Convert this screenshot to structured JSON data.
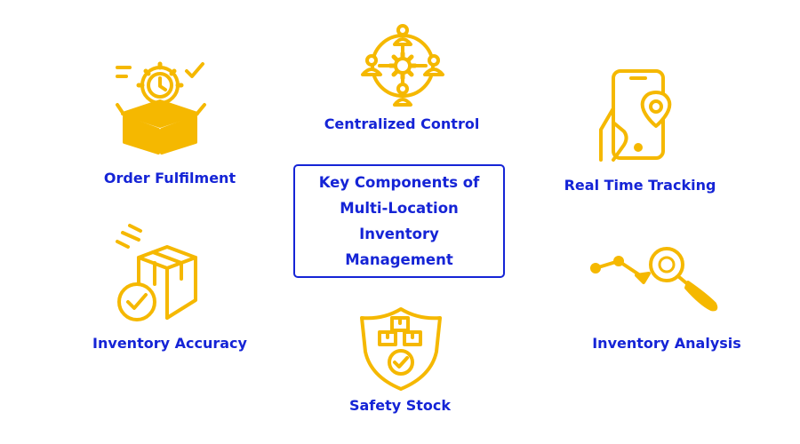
{
  "center": {
    "lines": [
      "Key Components of",
      "Multi-Location",
      "Inventory",
      "Management"
    ]
  },
  "components": {
    "centralized_control": "Centralized Control",
    "order_fulfilment": "Order Fulfilment",
    "real_time_tracking": "Real Time Tracking",
    "inventory_accuracy": "Inventory Accuracy",
    "inventory_analysis": "Inventory Analysis",
    "safety_stock": "Safety Stock"
  },
  "icons": {
    "centralized_control": "network-people-gear-icon",
    "order_fulfilment": "box-clock-gear-icon",
    "real_time_tracking": "phone-location-pin-icon",
    "inventory_accuracy": "boxes-checkmark-icon",
    "inventory_analysis": "magnifier-trend-icon",
    "safety_stock": "shield-stock-icon"
  },
  "colors": {
    "accent": "#F5B800",
    "text": "#1524D6",
    "background": "#FFFFFF"
  }
}
